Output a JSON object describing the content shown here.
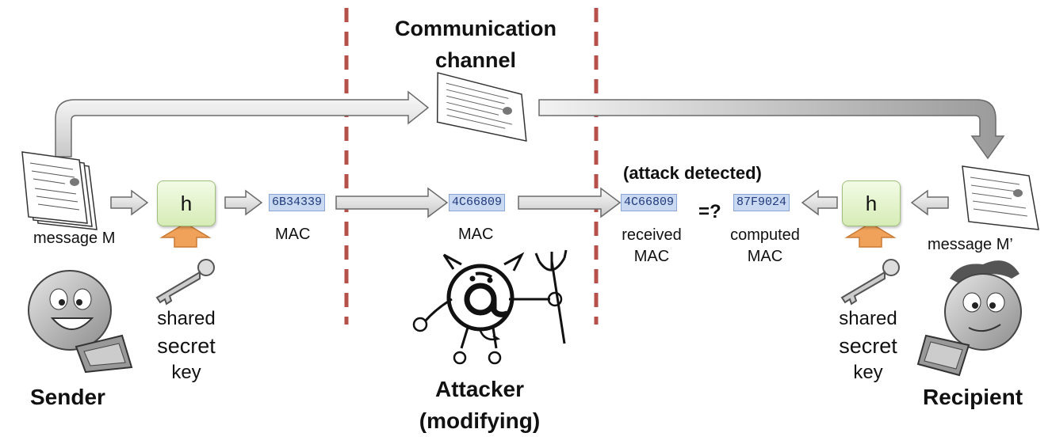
{
  "title": "Communication\nchannel",
  "attack_detected": "(attack detected)",
  "comparison": "=?",
  "sender": {
    "label": "Sender",
    "message": "message M",
    "h": "h",
    "mac_value": "6B34339",
    "mac_label": "MAC",
    "key_line1": "shared",
    "key_line2": "secret",
    "key_line3": "key"
  },
  "attacker": {
    "label": "Attacker\n(modifying)",
    "mac_value": "4C66809",
    "mac_label": "MAC"
  },
  "recipient": {
    "label": "Recipient",
    "message": "message M’",
    "h": "h",
    "received_mac_value": "4C66809",
    "received_mac_label": "received\nMAC",
    "computed_mac_value": "87F9024",
    "computed_mac_label": "computed\nMAC",
    "key_line1": "shared",
    "key_line2": "secret",
    "key_line3": "key"
  },
  "colors": {
    "dashed_line": "#b5504a",
    "h_box": "#d6ecb6",
    "mac_highlight": "#c9d9f2",
    "orange_arrow": "#f0a25a",
    "gray_arrow": "#d8d8d8"
  }
}
